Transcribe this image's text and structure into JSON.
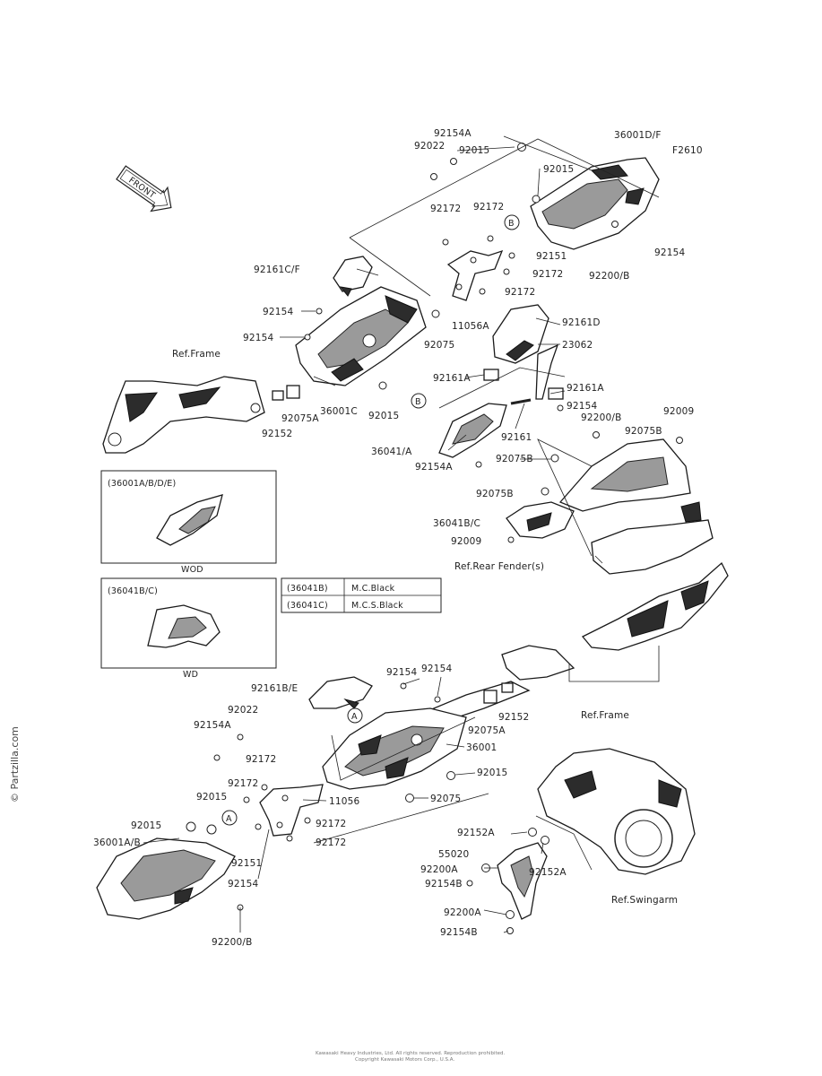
{
  "figure_code": "F2610",
  "watermark": "© Partzilla.com",
  "front_arrow": "FRONT",
  "footer_line1": "Kawasaki Heavy Industries, Ltd. All rights reserved. Reproduction prohibited.",
  "footer_line2": "Copyright Kawasaki Motors Corp., U.S.A.",
  "inset_top": {
    "title": "(36001A/B/D/E)",
    "caption": "WOD"
  },
  "inset_bottom": {
    "title": "(36041B/C)",
    "caption": "WD"
  },
  "color_table": [
    {
      "code": "(36041B)",
      "color": "M.C.Black"
    },
    {
      "code": "(36041C)",
      "color": "M.C.S.Black"
    }
  ],
  "callouts": {
    "a": "A",
    "b": "B"
  },
  "labels": {
    "l01": "92154A",
    "l02": "92022",
    "l03": "92015",
    "l04": "36001D/F",
    "l05": "92015",
    "l06": "92172",
    "l07": "92172",
    "l08": "92151",
    "l09": "92172",
    "l10": "92200/B",
    "l11": "92154",
    "l12": "92161C/F",
    "l13": "92172",
    "l14": "92154",
    "l15": "11056A",
    "l16": "92154",
    "l17": "92075",
    "l18": "Ref.Frame",
    "l19": "92161D",
    "l20": "23062",
    "l21": "36001C",
    "l22": "92015",
    "l23": "92075A",
    "l24": "92161A",
    "l25": "92161A",
    "l26": "92152",
    "l27": "92154",
    "l28": "92200/B",
    "l29": "92009",
    "l30": "92161",
    "l31": "92075B",
    "l32": "36041/A",
    "l33": "92075B",
    "l34": "92154A",
    "l35": "92075B",
    "l36": "36041B/C",
    "l37": "92009",
    "l38": "Ref.Rear Fender(s)",
    "l39": "92154",
    "l40": "92154",
    "l41": "92161B/E",
    "l42": "92022",
    "l43": "92152",
    "l44": "92154A",
    "l45": "92075A",
    "l46": "Ref.Frame",
    "l47": "36001",
    "l48": "92172",
    "l49": "92172",
    "l50": "92015",
    "l51": "92015",
    "l52": "11056",
    "l53": "92075",
    "l54": "92015",
    "l55": "92172",
    "l56": "36001A/B",
    "l57": "92172",
    "l58": "92152A",
    "l59": "92151",
    "l60": "55020",
    "l61": "92154",
    "l62": "92200A",
    "l63": "92152A",
    "l64": "92154B",
    "l65": "92200/B",
    "l66": "92200A",
    "l67": "Ref.Swingarm",
    "l68": "92154B"
  }
}
